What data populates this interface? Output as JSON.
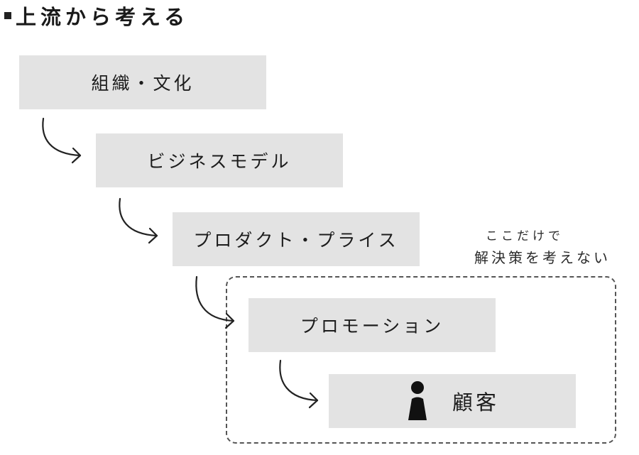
{
  "title": "上流から考える",
  "flow": [
    {
      "label": "組織・文化"
    },
    {
      "label": "ビジネスモデル"
    },
    {
      "label": "プロダクト・プライス"
    },
    {
      "label": "プロモーション"
    },
    {
      "label": "顧客",
      "icon": "person-icon"
    }
  ],
  "note": {
    "line1": "ここだけで",
    "line2": "解決策を考えない"
  },
  "colors": {
    "box_fill": "#e3e3e3",
    "text": "#1a1a1a",
    "frame": "#555555"
  }
}
